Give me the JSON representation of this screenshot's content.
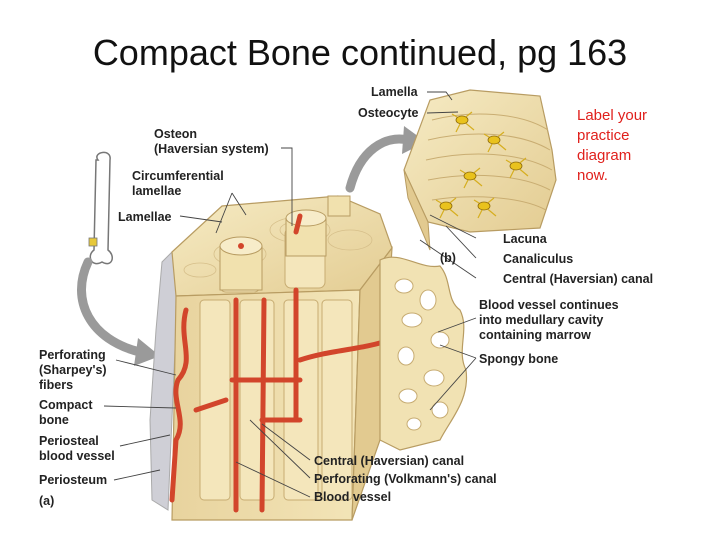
{
  "slide": {
    "title": "Compact Bone continued, pg 163",
    "note_lines": [
      "Label your",
      "practice",
      "diagram",
      "now."
    ]
  },
  "figure_tags": {
    "a": "(a)",
    "b": "(b)"
  },
  "labels": {
    "lamella": "Lamella",
    "osteocyte": "Osteocyte",
    "osteon": [
      "Osteon",
      "(Haversian system)"
    ],
    "circumferential_lamellae": [
      "Circumferential",
      "lamellae"
    ],
    "lamellae": "Lamellae",
    "lacuna": "Lacuna",
    "canaliculus": "Canaliculus",
    "central_canal_b": "Central (Haversian) canal",
    "blood_vessel_continues": [
      "Blood vessel continues",
      "into medullary cavity",
      "containing marrow"
    ],
    "spongy_bone": "Spongy bone",
    "perforating_fibers": [
      "Perforating",
      "(Sharpey's)",
      "fibers"
    ],
    "compact_bone": [
      "Compact",
      "bone"
    ],
    "periosteal_vessel": [
      "Periosteal",
      "blood vessel"
    ],
    "periosteum": "Periosteum",
    "central_canal": "Central (Haversian) canal",
    "perforating_canal": "Perforating (Volkmann's) canal",
    "blood_vessel": "Blood vessel"
  },
  "colors": {
    "bone": "#f0dfae",
    "bone_dark": "#d9c08a",
    "vessel": "#d2452b",
    "osteocyte": "#e9c21d",
    "periosteum": "#c9c9d0",
    "arrow": "#9a9a9a",
    "note": "#e0201c"
  }
}
